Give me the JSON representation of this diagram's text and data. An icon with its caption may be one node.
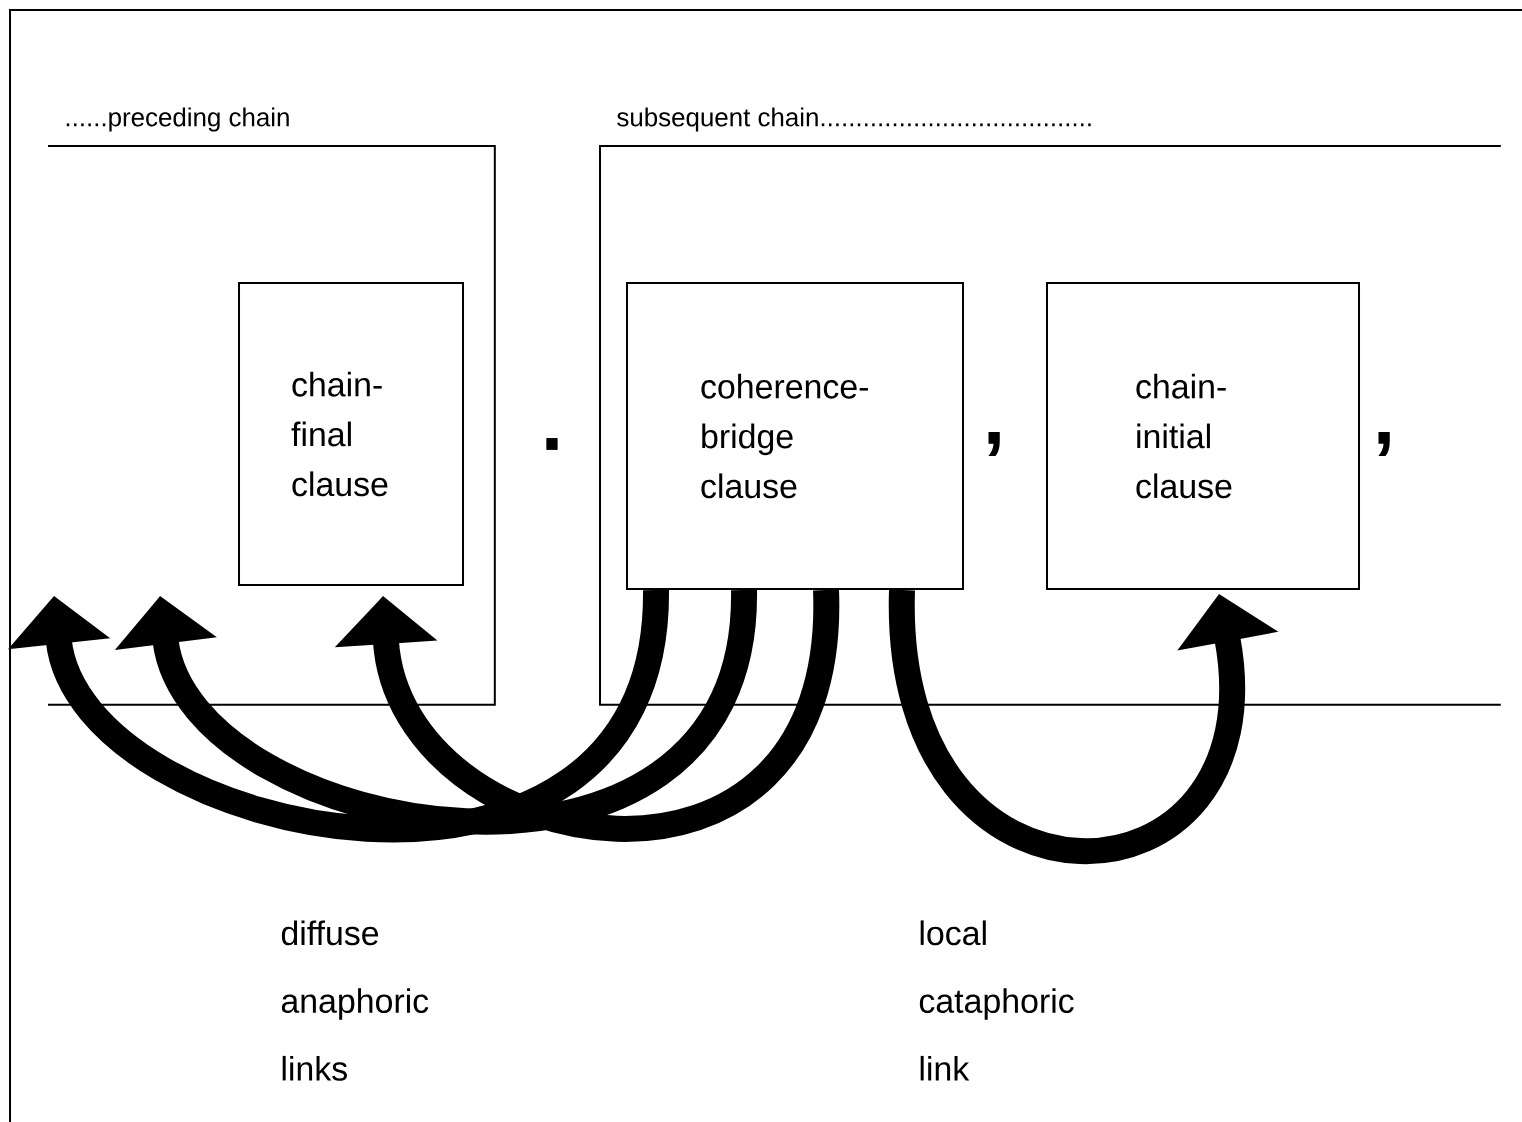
{
  "diagram": {
    "nodes": [
      {
        "text": [
          "......preceding chain"
        ]
      },
      {
        "text": [
          "subsequent chain......................................"
        ]
      },
      {
        "text": [
          "chain-final clause"
        ],
        "in": 0
      },
      {
        "text": [
          "coherence-bridge clause"
        ],
        "in": 1
      },
      {
        "text": [
          "chain-initial clause"
        ],
        "in": 1
      }
    ],
    "edges": [
      {
        "from": 3,
        "to": 0,
        "arrow": "to"
      },
      {
        "from": 3,
        "to": null,
        "arrow": "to"
      },
      {
        "from": 3,
        "to": 2,
        "arrow": "to"
      },
      {
        "from": 3,
        "to": 4,
        "arrow": "to"
      }
    ],
    "labels": [
      ".",
      ",",
      ",",
      "diffuse anaphoric links",
      "local cataphoric link"
    ]
  }
}
